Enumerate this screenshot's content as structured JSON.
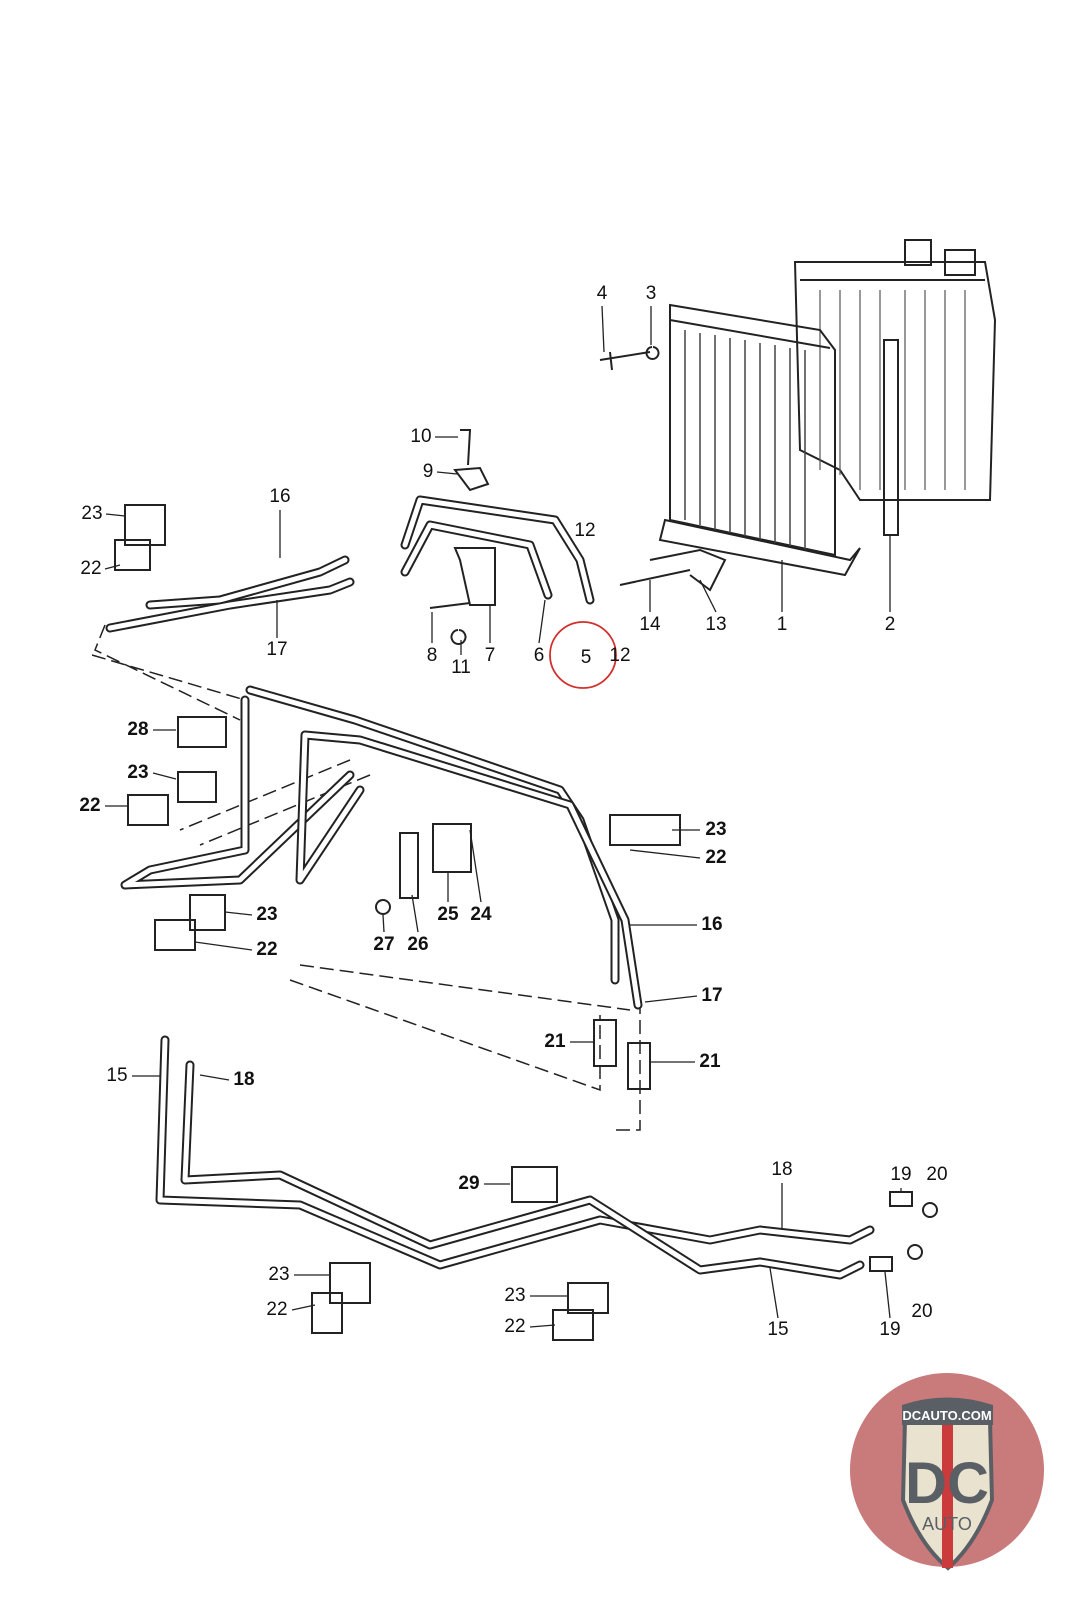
{
  "diagram": {
    "labels": [
      "4",
      "3",
      "10",
      "9",
      "16",
      "23",
      "22",
      "12",
      "14",
      "13",
      "1",
      "2",
      "17",
      "8",
      "11",
      "7",
      "6",
      "5",
      "12",
      "28",
      "23",
      "22",
      "23",
      "22",
      "23",
      "22",
      "25",
      "24",
      "27",
      "26",
      "16",
      "17",
      "21",
      "21",
      "15",
      "18",
      "29",
      "18",
      "19",
      "20",
      "23",
      "22",
      "23",
      "22",
      "15",
      "19",
      "20"
    ],
    "highlighted_label": "5",
    "highlight_color": "#d0312d"
  },
  "logo": {
    "text_top": "DCAUTO.COM",
    "text_mid": "DC",
    "text_bottom": "AUTO",
    "colors": {
      "ring": "#c97a7a",
      "shield": "#e8e2cf",
      "letters": "#5a5f66",
      "stripe": "#cc3b3b"
    }
  }
}
